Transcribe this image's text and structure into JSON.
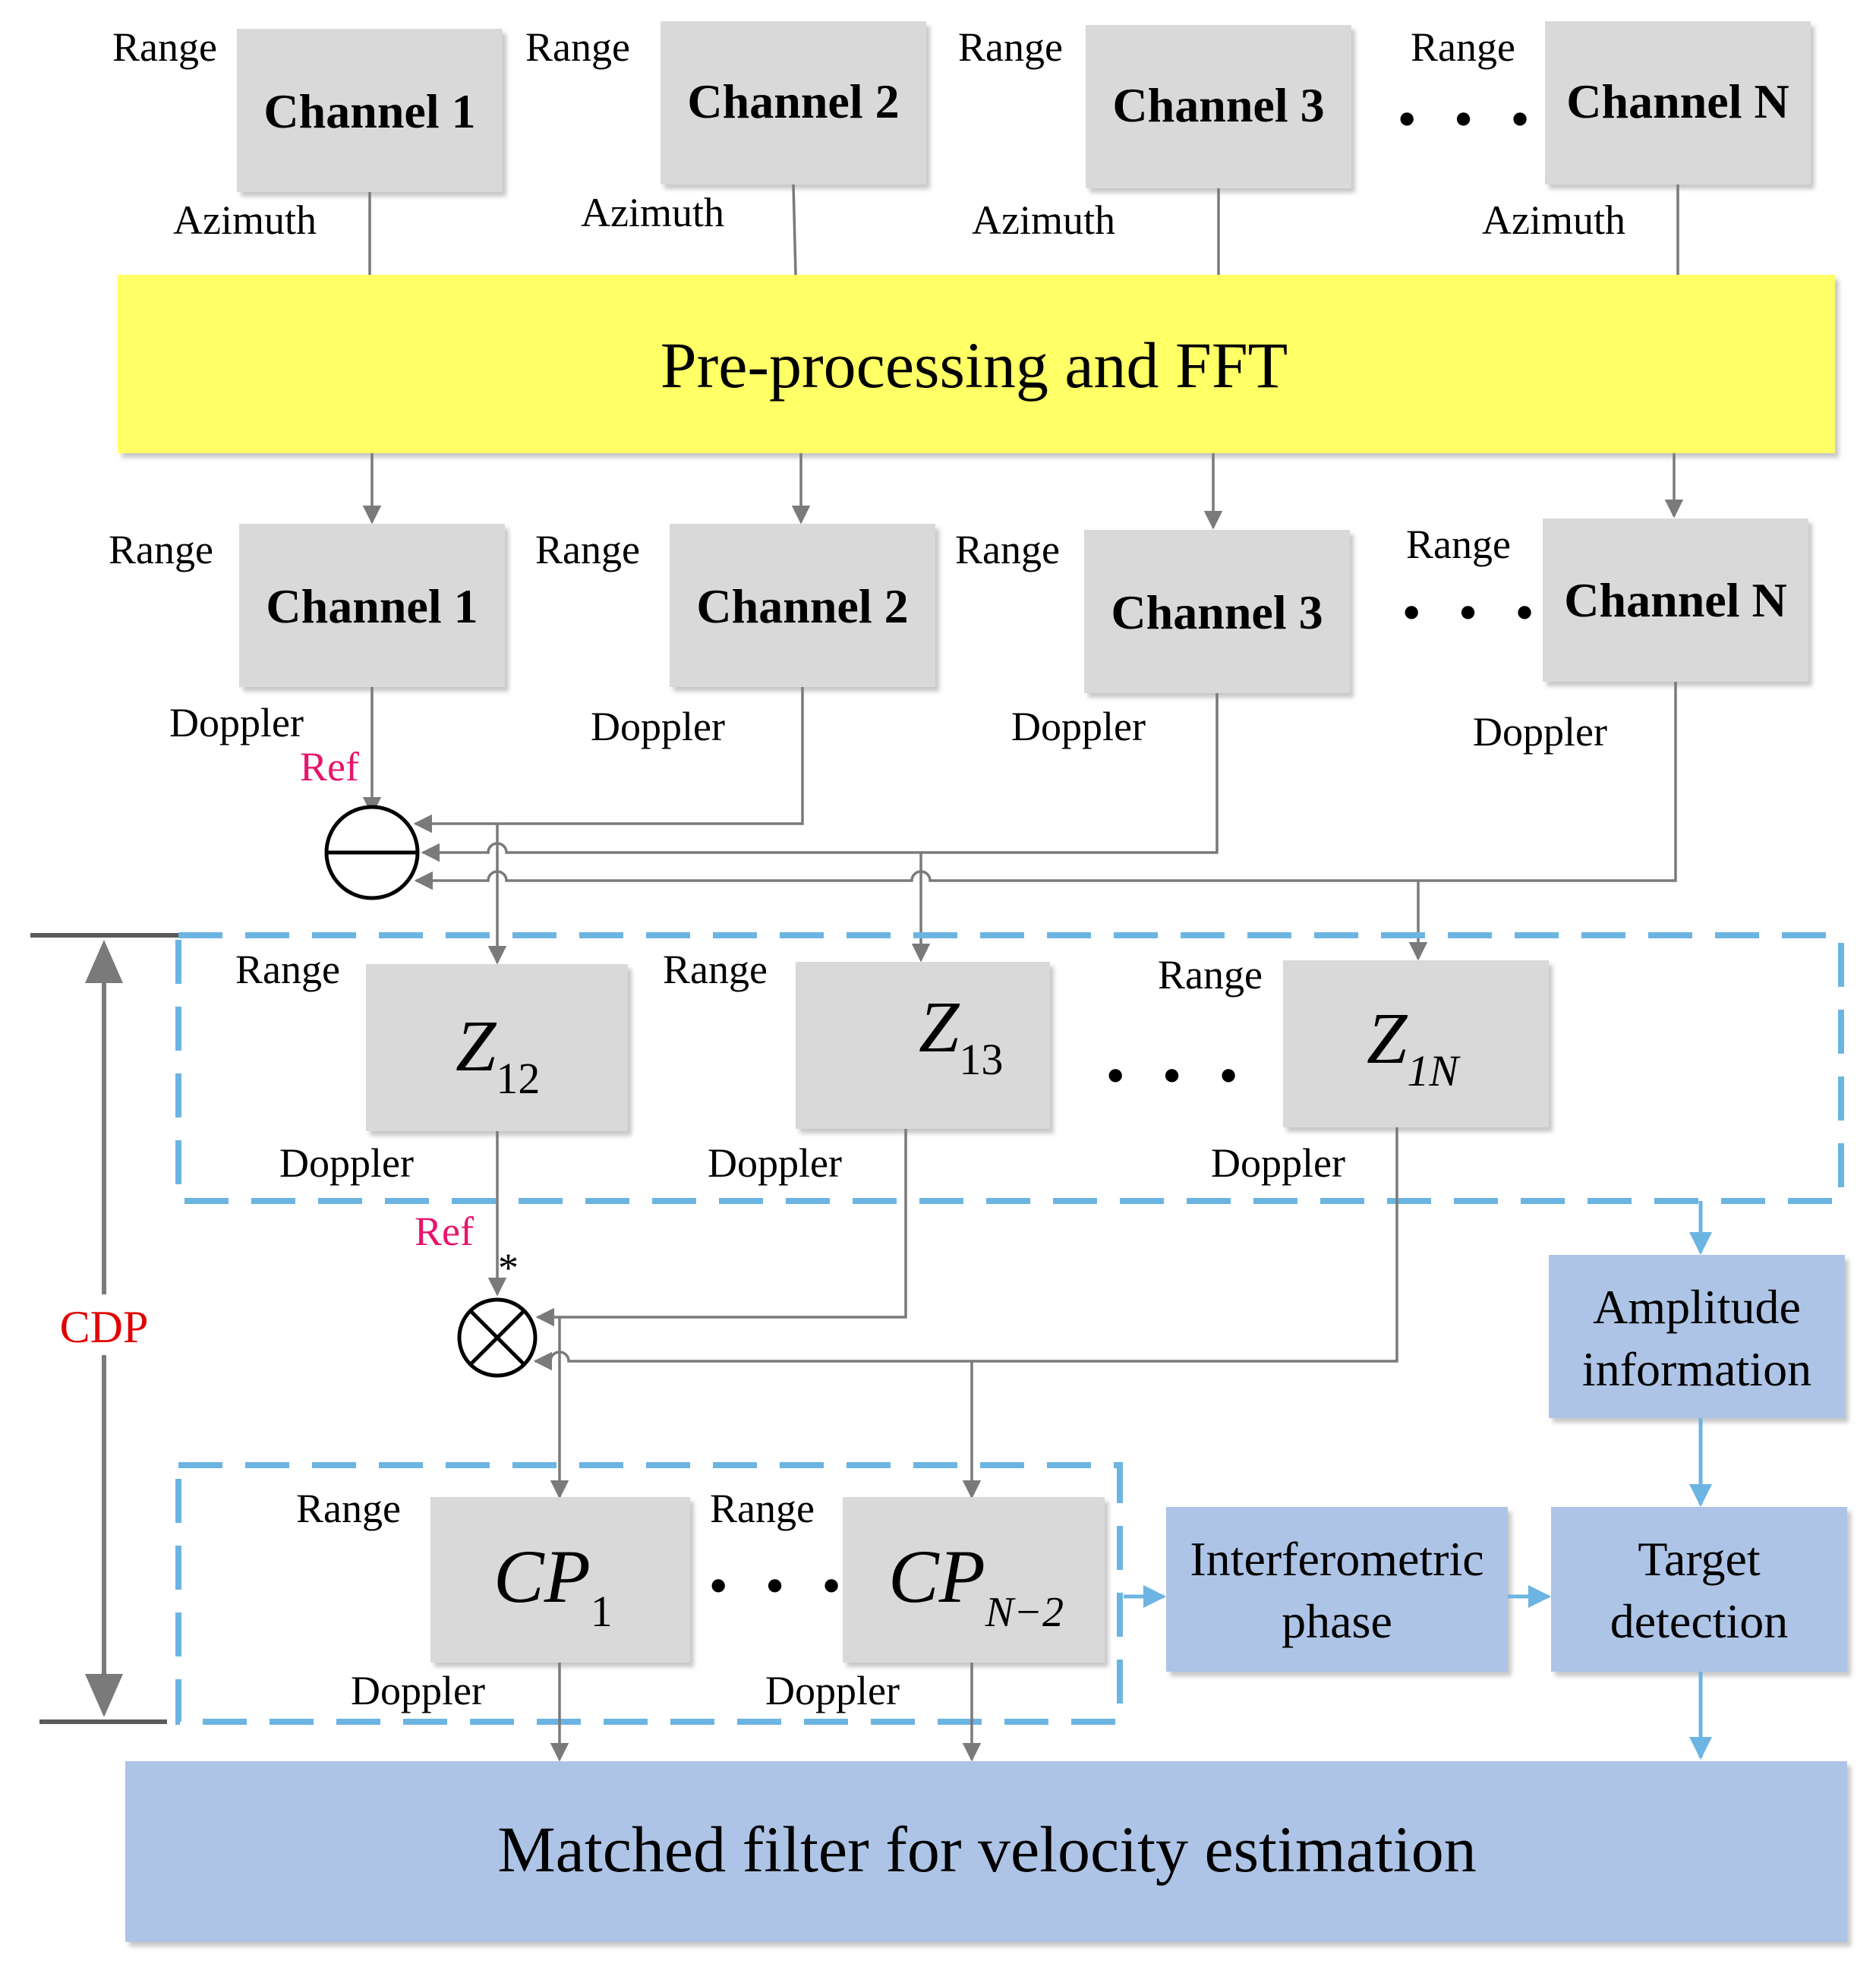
{
  "labels": {
    "range": "Range",
    "azimuth": "Azimuth",
    "doppler": "Doppler",
    "ref": "Ref",
    "conj": "*",
    "ellipsis": "• • •"
  },
  "stage1": {
    "channels": [
      "Channel 1",
      "Channel 2",
      "Channel 3",
      "Channel N"
    ]
  },
  "preprocess": {
    "label": "Pre-processing and FFT"
  },
  "stage2": {
    "channels": [
      "Channel 1",
      "Channel 2",
      "Channel 3",
      "Channel N"
    ]
  },
  "z_boxes": [
    {
      "base": "Z",
      "sub": "12"
    },
    {
      "base": "Z",
      "sub": "13"
    },
    {
      "base": "Z",
      "sub": "1N"
    }
  ],
  "cp_boxes": [
    {
      "base": "CP",
      "sub": "1"
    },
    {
      "base": "CP",
      "sub": "N−2"
    }
  ],
  "side_boxes": {
    "amplitude": [
      "Amplitude",
      "information"
    ],
    "interferometric": [
      "Interferometric",
      "phase"
    ],
    "target": [
      "Target",
      "detection"
    ]
  },
  "matched_filter": {
    "label": "Matched filter for velocity estimation"
  },
  "cdp_label": "CDP",
  "colors": {
    "yellow_box": "#ffff66",
    "gray_box": "#d9d9d9",
    "blue_box": "#adc4e6",
    "dash_blue": "#6cb4e2",
    "ref_red": "#e8146c",
    "cdp_red": "#e00000",
    "line_gray": "#7a7a7a"
  },
  "icons": {
    "subtract": "circle-minus-icon",
    "multiply": "circle-times-icon"
  }
}
